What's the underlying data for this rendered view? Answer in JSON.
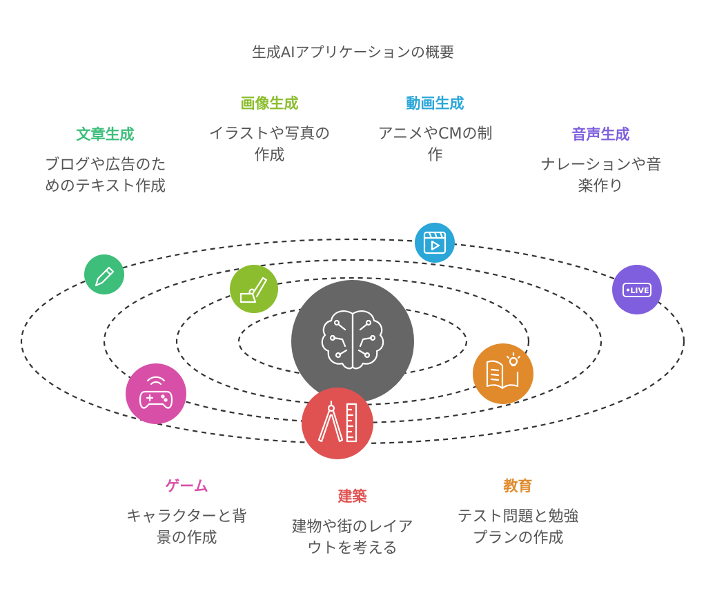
{
  "title": "生成AIアプリケーションの概要",
  "categories": [
    {
      "key": "text",
      "head": "文章生成",
      "desc1": "ブログや広告のた",
      "desc2": "めのテキスト作成",
      "color": "#3dbe7b",
      "icon": "pencil-icon"
    },
    {
      "key": "image",
      "head": "画像生成",
      "desc1": "イラストや写真の",
      "desc2": "作成",
      "color": "#8bbd2e",
      "icon": "paintbrush-icon"
    },
    {
      "key": "video",
      "head": "動画生成",
      "desc1": "アニメやCMの制",
      "desc2": "作",
      "color": "#2aa6d8",
      "icon": "video-clapper-icon"
    },
    {
      "key": "audio",
      "head": "音声生成",
      "desc1": "ナレーションや音",
      "desc2": "楽作り",
      "color": "#7f5fde",
      "icon": "live-badge-icon"
    },
    {
      "key": "game",
      "head": "ゲーム",
      "desc1": "キャラクターと背",
      "desc2": "景の作成",
      "color": "#d84fa7",
      "icon": "gamepad-icon"
    },
    {
      "key": "arch",
      "head": "建築",
      "desc1": "建物や街のレイア",
      "desc2": "ウトを考える",
      "color": "#e05252",
      "icon": "drafting-tools-icon"
    },
    {
      "key": "edu",
      "head": "教育",
      "desc1": "テスト問題と勉強",
      "desc2": "プランの作成",
      "color": "#e08a2b",
      "icon": "book-lightbulb-icon"
    }
  ],
  "center": {
    "color": "#666666",
    "icon": "ai-brain-icon"
  },
  "orbit_color": "#333333"
}
